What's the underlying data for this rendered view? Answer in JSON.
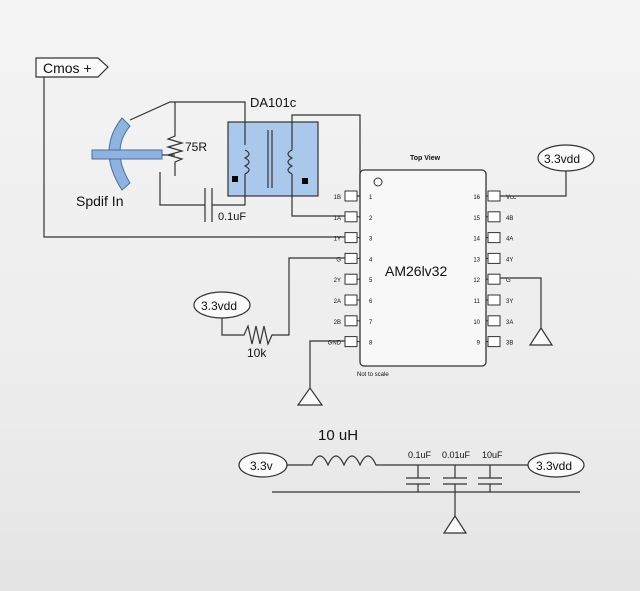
{
  "labels": {
    "cmos_tag": "Cmos +",
    "transformer": "DA101c",
    "resistor_75": "75R",
    "spdif": "Spdif In",
    "cap_in": "0.1uF",
    "top_view": "Top View",
    "ic_name": "AM26lv32",
    "not_to_scale": "Not to scale",
    "vdd_right": "3.3vdd",
    "vdd_left": "3.3vdd",
    "res_10k": "10k",
    "inductor": "10 uH",
    "v33": "3.3v",
    "cap_a": "0.1uF",
    "cap_b": "0.01uF",
    "cap_c": "10uF",
    "vdd_bottom": "3.3vdd"
  },
  "left_pins": [
    {
      "num": "1",
      "name": "1B"
    },
    {
      "num": "2",
      "name": "1A"
    },
    {
      "num": "3",
      "name": "1Y"
    },
    {
      "num": "4",
      "name": "G"
    },
    {
      "num": "5",
      "name": "2Y"
    },
    {
      "num": "6",
      "name": "2A"
    },
    {
      "num": "7",
      "name": "2B"
    },
    {
      "num": "8",
      "name": "GND"
    }
  ],
  "right_pins": [
    {
      "num": "16",
      "name": "Vcc"
    },
    {
      "num": "15",
      "name": "4B"
    },
    {
      "num": "14",
      "name": "4A"
    },
    {
      "num": "13",
      "name": "4Y"
    },
    {
      "num": "12",
      "name": "G"
    },
    {
      "num": "11",
      "name": "3Y"
    },
    {
      "num": "10",
      "name": "3A"
    },
    {
      "num": "9",
      "name": "3B"
    }
  ]
}
